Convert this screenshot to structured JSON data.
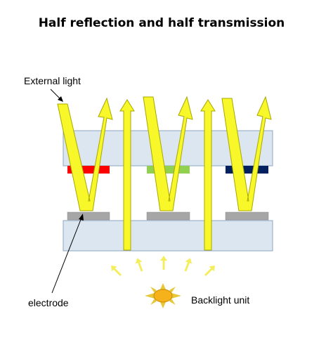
{
  "title": "Half reflection and half transmission",
  "labels": {
    "external_light": "External light",
    "electrode": "electrode",
    "backlight_unit": "Backlight unit"
  },
  "colors": {
    "background": "#ffffff",
    "glass_fill": "#dbe6f0",
    "glass_stroke": "#8ea5c2",
    "light_fill": "#f7f72a",
    "light_stroke": "#a8a800",
    "filter_red": "#ff0000",
    "filter_green": "#92d050",
    "filter_blue": "#00205f",
    "electrode": "#a6a6a6",
    "sun_core": "#f6b21b",
    "sun_ray": "#e6c83a",
    "backlight_arrow": "#f4ee5f"
  },
  "icons": {
    "backlight": "sun-icon"
  }
}
